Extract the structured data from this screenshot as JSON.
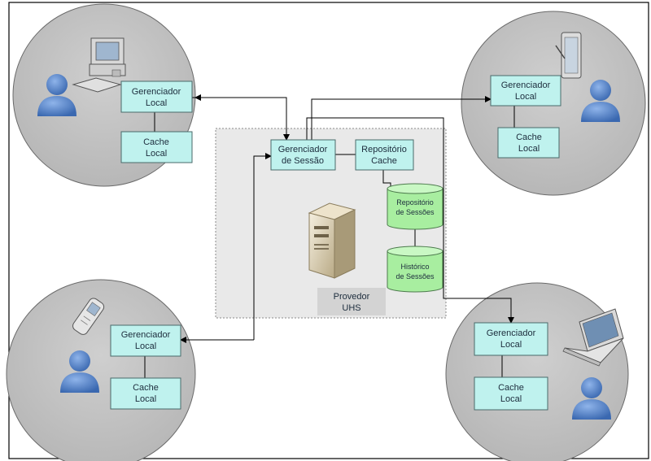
{
  "colors": {
    "circle_fill": "#c4c4c4",
    "box_fill": "#bff2ee",
    "cylinder_fill": "#a8eea0",
    "provider_area": "#e9e9e9",
    "user_icon": "#4f7fc3"
  },
  "server": {
    "session_manager": [
      "Gerenciador",
      "de Sessão"
    ],
    "cache_repository": [
      "Repositório",
      "Cache"
    ],
    "session_repository": [
      "Repositório",
      "de Sessões"
    ],
    "session_history": [
      "Histórico",
      "de Sessões"
    ],
    "provider": [
      "Provedor",
      "UHS"
    ]
  },
  "clients": {
    "desktop": {
      "manager": [
        "Gerenciador",
        "Local"
      ],
      "cache": [
        "Cache",
        "Local"
      ],
      "device_icon": "desktop-computer-icon"
    },
    "tablet": {
      "manager": [
        "Gerenciador",
        "Local"
      ],
      "cache": [
        "Cache",
        "Local"
      ],
      "device_icon": "tablet-icon"
    },
    "phone": {
      "manager": [
        "Gerenciador",
        "Local"
      ],
      "cache": [
        "Cache",
        "Local"
      ],
      "device_icon": "mobile-phone-icon"
    },
    "laptop": {
      "manager": [
        "Gerenciador",
        "Local"
      ],
      "cache": [
        "Cache",
        "Local"
      ],
      "device_icon": "laptop-icon"
    }
  }
}
